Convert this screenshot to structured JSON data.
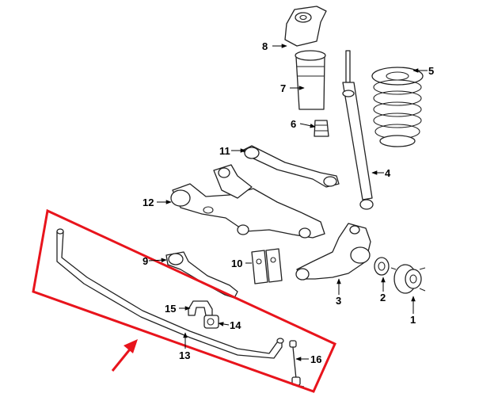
{
  "callouts": {
    "c1": "1",
    "c2": "2",
    "c3": "3",
    "c4": "4",
    "c5": "5",
    "c6": "6",
    "c7": "7",
    "c8": "8",
    "c9": "9",
    "c10": "10",
    "c11": "11",
    "c12": "12",
    "c13": "13",
    "c14": "14",
    "c15": "15",
    "c16": "16"
  },
  "colors": {
    "highlight": "#e8141c",
    "line": "#222222"
  }
}
